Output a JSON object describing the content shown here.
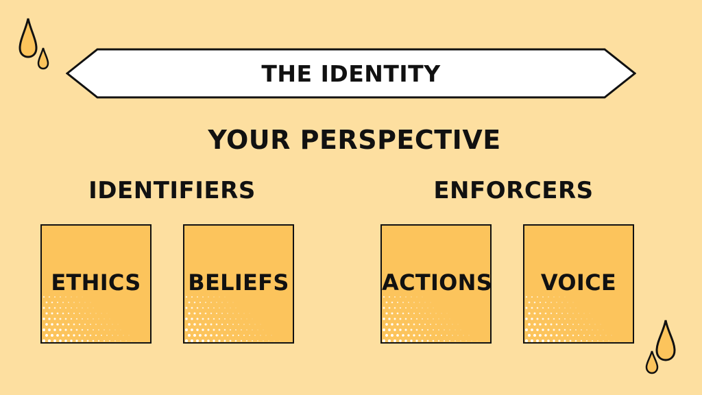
{
  "banner": {
    "title": "THE IDENTITY"
  },
  "subtitle": "YOUR PERSPECTIVE",
  "groups": [
    {
      "label": "IDENTIFIERS",
      "cards": [
        "ETHICS",
        "BELIEFS"
      ]
    },
    {
      "label": "ENFORCERS",
      "cards": [
        "ACTIONS",
        "VOICE"
      ]
    }
  ],
  "colors": {
    "background": "#FDDFA0",
    "card_fill": "#FCC45C",
    "drop_fill": "#FCC45C",
    "outline": "#111111",
    "banner_fill": "#FFFFFF"
  },
  "icons": [
    "droplet-icon"
  ]
}
